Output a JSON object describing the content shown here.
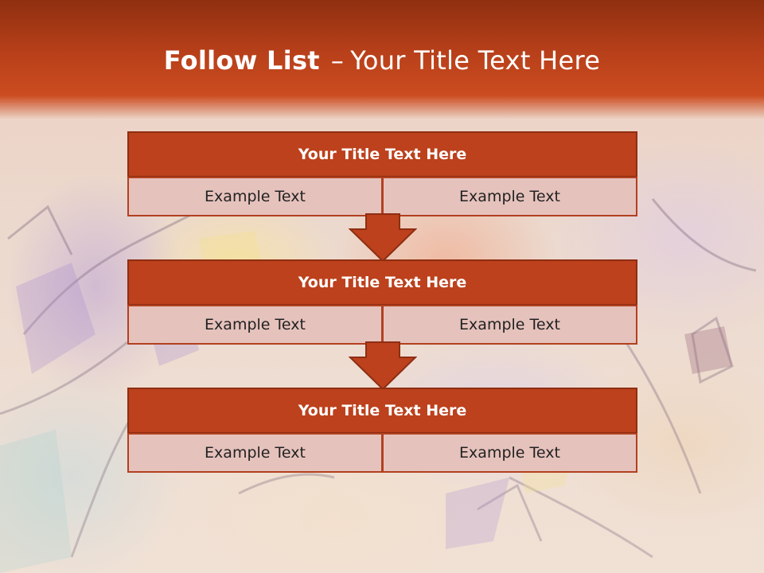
{
  "slide": {
    "title_bold": "Follow List",
    "title_dash": "–",
    "title_rest": "Your Title Text Here"
  },
  "steps": [
    {
      "title": "Your Title Text Here",
      "left": "Example Text",
      "right": "Example Text"
    },
    {
      "title": "Your Title Text Here",
      "left": "Example Text",
      "right": "Example Text"
    },
    {
      "title": "Your Title Text Here",
      "left": "Example Text",
      "right": "Example Text"
    }
  ],
  "colors": {
    "title_band": "#b8401a",
    "box_header": "#bc411c",
    "box_border": "#8e2e12",
    "cell_fill": "#e6c2bc",
    "arrow": "#bc411c"
  },
  "icons": [
    "down-arrow-icon",
    "down-arrow-icon"
  ]
}
